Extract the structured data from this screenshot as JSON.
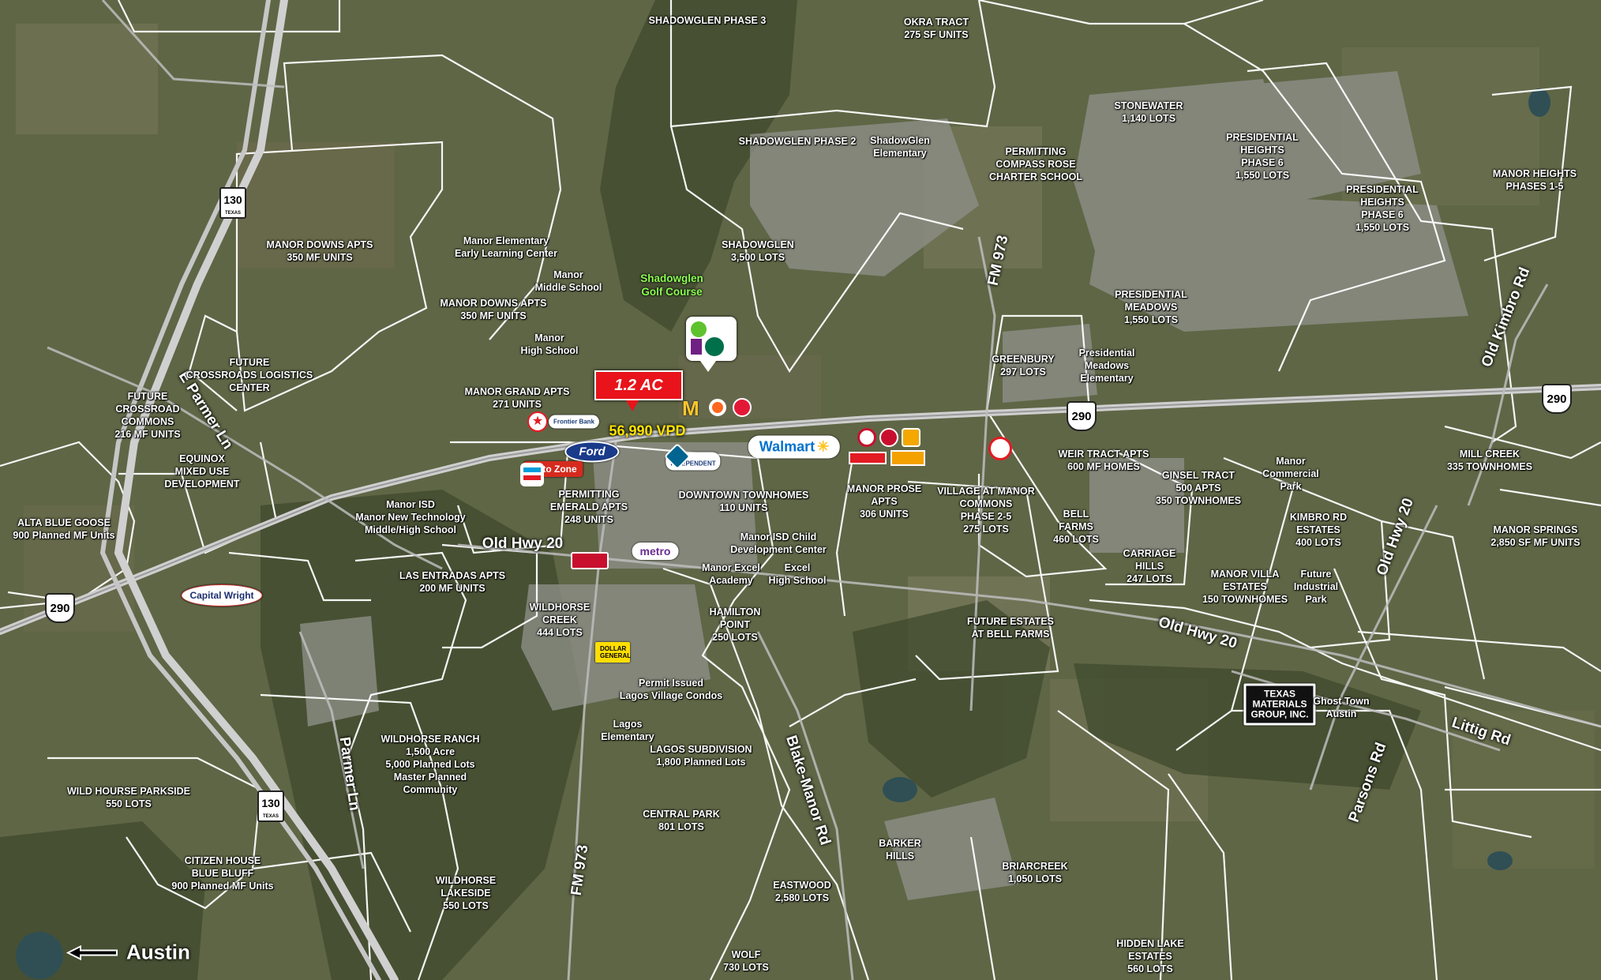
{
  "site": {
    "marker": "1.2 AC",
    "traffic": "56,990 VPD",
    "direction_label": "Austin"
  },
  "golf_course": [
    "Shadowglen",
    "Golf Course"
  ],
  "roads": {
    "e_parmer_ln": "E Parmer Ln",
    "old_hwy_20_west": "Old Hwy 20",
    "old_hwy_20_east": "Old Hwy 20",
    "fm_973_north": "FM 973",
    "fm_973_south": "FM 973",
    "parmer_ln": "Parmer Ln",
    "blake_manor_rd": "Blake-Manor Rd",
    "old_kimbro_rd": "Old Kimbro Rd",
    "old_hwy_20_ne": "Old Hwy 20",
    "littig_rd": "Littig Rd",
    "parsons_rd": "Parsons Rd"
  },
  "shields": {
    "us290": "290",
    "sh130": "130",
    "sh130_text": "TEXAS"
  },
  "business_logos": {
    "walmart": "Walmart",
    "ford": "Ford",
    "autozone": "Auto Zone",
    "metro": "metro",
    "dollar_general": "DOLLAR GENERAL",
    "capital_wright": "Capital Wright",
    "independent": "INDEPENDENT",
    "texas_materials": [
      "TEXAS",
      "MATERIALS",
      "GROUP, INC."
    ],
    "frontier": "Frontier Bank"
  },
  "map_colors": {
    "label_text": "#ffffff",
    "golf_text": "#8dff52",
    "traffic_text": "#ffe400",
    "marker_fill": "#e8131b",
    "boundary_lines": "#ffffff",
    "highway": "#d9d9d9"
  },
  "labels": [
    {
      "name": "shadowglen-phase-3",
      "lines": [
        "SHADOWGLEN PHASE 3"
      ]
    },
    {
      "name": "okra-tract",
      "lines": [
        "OKRA TRACT",
        "275 SF UNITS"
      ]
    },
    {
      "name": "stonewater",
      "lines": [
        "STONEWATER",
        "1,140 LOTS"
      ]
    },
    {
      "name": "presidential-heights-phase-6-a",
      "lines": [
        "PRESIDENTIAL",
        "HEIGHTS",
        "PHASE 6",
        "1,550 LOTS"
      ]
    },
    {
      "name": "shadowglen-phase-2",
      "lines": [
        "SHADOWGLEN PHASE 2"
      ]
    },
    {
      "name": "shadowglen-elementary",
      "mixed": true,
      "lines": [
        "ShadowGlen",
        "Elementary"
      ]
    },
    {
      "name": "compass-rose",
      "lines": [
        "PERMITTING",
        "COMPASS ROSE",
        "CHARTER SCHOOL"
      ]
    },
    {
      "name": "presidential-heights-phase-6-b",
      "lines": [
        "PRESIDENTIAL",
        "HEIGHTS",
        "PHASE 6",
        "1,550 LOTS"
      ]
    },
    {
      "name": "manor-heights",
      "lines": [
        "MANOR HEIGHTS",
        "PHASES 1-5"
      ]
    },
    {
      "name": "manor-downs-apts-a",
      "lines": [
        "MANOR DOWNS APTS",
        "350 MF UNITS"
      ]
    },
    {
      "name": "manor-elementary",
      "mixed": true,
      "lines": [
        "Manor Elementary",
        "Early Learning Center"
      ]
    },
    {
      "name": "shadowglen",
      "lines": [
        "SHADOWGLEN",
        "3,500 LOTS"
      ]
    },
    {
      "name": "manor-middle-school",
      "mixed": true,
      "lines": [
        "Manor",
        "Middle School"
      ]
    },
    {
      "name": "manor-downs-apts-b",
      "lines": [
        "MANOR DOWNS APTS",
        "350 MF UNITS"
      ]
    },
    {
      "name": "presidential-meadows",
      "lines": [
        "PRESIDENTIAL",
        "MEADOWS",
        "1,550 LOTS"
      ]
    },
    {
      "name": "manor-high-school",
      "mixed": true,
      "lines": [
        "Manor",
        "High School"
      ]
    },
    {
      "name": "greenbury",
      "lines": [
        "GREENBURY",
        "297 LOTS"
      ]
    },
    {
      "name": "presidential-meadows-elementary",
      "mixed": true,
      "lines": [
        "Presidential",
        "Meadows",
        "Elementary"
      ]
    },
    {
      "name": "future-crossroads-logistics",
      "lines": [
        "FUTURE",
        "CROSSROADS LOGISTICS",
        "CENTER"
      ]
    },
    {
      "name": "future-crossroad-commons",
      "lines": [
        "FUTURE",
        "CROSSROAD",
        "COMMONS",
        "216 MF UNITS"
      ]
    },
    {
      "name": "manor-grand-apts",
      "lines": [
        "MANOR GRAND APTS",
        "271 UNITS"
      ]
    },
    {
      "name": "mill-creek",
      "lines": [
        "MILL CREEK",
        "335 TOWNHOMES"
      ]
    },
    {
      "name": "equinox",
      "lines": [
        "EQUINOX",
        "MIXED USE",
        "DEVELOPMENT"
      ]
    },
    {
      "name": "weir-tract",
      "lines": [
        "WEIR TRACT APTS",
        "600 MF HOMES"
      ]
    },
    {
      "name": "manor-commercial-park",
      "mixed": true,
      "lines": [
        "Manor",
        "Commercial",
        "Park"
      ]
    },
    {
      "name": "ginsel-tract",
      "lines": [
        "GINSEL TRACT",
        "500 APTS",
        "350 TOWNHOMES"
      ]
    },
    {
      "name": "manor-prose-apts",
      "lines": [
        "MANOR PROSE",
        "APTS",
        "306 UNITS"
      ]
    },
    {
      "name": "village-at-manor-commons",
      "lines": [
        "VILLAGE AT MANOR",
        "COMMONS",
        "PHASE 2-5",
        "275 LOTS"
      ]
    },
    {
      "name": "permitting-emerald-apts",
      "lines": [
        "PERMITTING",
        "EMERALD APTS",
        "248 UNITS"
      ]
    },
    {
      "name": "downtown-townhomes",
      "lines": [
        "DOWNTOWN TOWNHOMES",
        "110 UNITS"
      ]
    },
    {
      "name": "bell-farms",
      "lines": [
        "BELL",
        "FARMS",
        "460 LOTS"
      ]
    },
    {
      "name": "kimbro-rd-estates",
      "lines": [
        "KIMBRO RD",
        "ESTATES",
        "400 LOTS"
      ]
    },
    {
      "name": "manor-springs",
      "lines": [
        "MANOR SPRINGS",
        "2,850 SF MF UNITS"
      ]
    },
    {
      "name": "manor-isd-new-tech",
      "mixed": true,
      "lines": [
        "Manor ISD",
        "Manor New Technology",
        "Middle/High School"
      ]
    },
    {
      "name": "alta-blue-goose",
      "lines": [
        "ALTA BLUE GOOSE"
      ]
    },
    {
      "name": "alta-blue-goose-units",
      "mixed": true,
      "lines": [
        "900 Planned MF Units"
      ]
    },
    {
      "name": "manor-isd-child-dev",
      "mixed": true,
      "lines": [
        "Manor ISD Child",
        "Development Center"
      ]
    },
    {
      "name": "carriage-hills",
      "lines": [
        "CARRIAGE",
        "HILLS",
        "247 LOTS"
      ]
    },
    {
      "name": "manor-villa-estates",
      "lines": [
        "MANOR VILLA",
        "ESTATES",
        "150 TOWNHOMES"
      ]
    },
    {
      "name": "future-industrial-park",
      "mixed": true,
      "lines": [
        "Future",
        "Industrial",
        "Park"
      ]
    },
    {
      "name": "manor-excel-academy",
      "mixed": true,
      "lines": [
        "Manor Excel",
        "Academy"
      ]
    },
    {
      "name": "excel-high-school",
      "mixed": true,
      "lines": [
        "Excel",
        "High School"
      ]
    },
    {
      "name": "las-entradas-apts",
      "lines": [
        "LAS ENTRADAS APTS",
        "200 MF UNITS"
      ]
    },
    {
      "name": "wildhorse-creek",
      "lines": [
        "WILDHORSE",
        "CREEK",
        "444 LOTS"
      ]
    },
    {
      "name": "hamilton-point",
      "lines": [
        "HAMILTON",
        "POINT",
        "250 LOTS"
      ]
    },
    {
      "name": "future-estates-bell-farms",
      "lines": [
        "FUTURE ESTATES",
        "AT BELL FARMS"
      ]
    },
    {
      "name": "permit-issued-lagos",
      "mixed": true,
      "lines": [
        "Permit Issued",
        "Lagos Village Condos"
      ]
    },
    {
      "name": "ghost-town-austin",
      "mixed": true,
      "lines": [
        "Ghost Town",
        "Austin"
      ]
    },
    {
      "name": "lagos-elementary",
      "mixed": true,
      "lines": [
        "Lagos",
        "Elementary"
      ]
    },
    {
      "name": "lagos-subdivision",
      "mixed": true,
      "lines": [
        "LAGOS SUBDIVISION",
        "1,800 Planned Lots"
      ]
    },
    {
      "name": "wildhorse-ranch",
      "mixed": true,
      "lines": [
        "WILDHORSE RANCH",
        "1,500 Acre",
        "5,000 Planned Lots",
        "Master Planned",
        "Community"
      ]
    },
    {
      "name": "wild-hourse-parkside",
      "lines": [
        "WILD HOURSE PARKSIDE",
        "550 LOTS"
      ]
    },
    {
      "name": "central-park",
      "lines": [
        "CENTRAL PARK",
        "801 LOTS"
      ]
    },
    {
      "name": "barker-hills",
      "lines": [
        "BARKER",
        "HILLS"
      ]
    },
    {
      "name": "briarcreek",
      "lines": [
        "BRIARCREEK",
        "1,050 LOTS"
      ]
    },
    {
      "name": "citizen-house",
      "mixed": true,
      "lines": [
        "CITIZEN HOUSE",
        "BLUE BLUFF",
        "900 Planned MF Units"
      ]
    },
    {
      "name": "eastwood",
      "lines": [
        "EASTWOOD",
        "2,580 LOTS"
      ]
    },
    {
      "name": "wildhorse-lakeside",
      "lines": [
        "WILDHORSE",
        "LAKESIDE",
        "550 LOTS"
      ]
    },
    {
      "name": "hidden-lake-estates",
      "lines": [
        "HIDDEN LAKE",
        "ESTATES",
        "560 LOTS"
      ]
    },
    {
      "name": "wolf",
      "lines": [
        "WOLF",
        "730 LOTS"
      ]
    }
  ]
}
